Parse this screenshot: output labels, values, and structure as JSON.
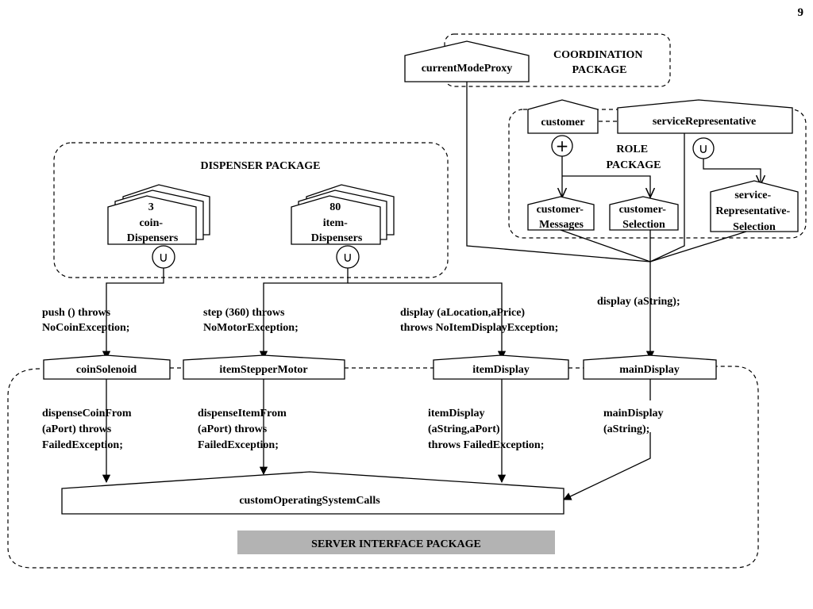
{
  "page_number": "9",
  "packages": {
    "coordination": [
      "COORDINATION",
      "PACKAGE"
    ],
    "role": [
      "ROLE",
      "PACKAGE"
    ],
    "dispenser": "DISPENSER PACKAGE",
    "server_interface": "SERVER INTERFACE PACKAGE"
  },
  "objects": {
    "current_mode_proxy": "currentModeProxy",
    "customer": "customer",
    "service_representative": "serviceRepresentative",
    "customer_messages": [
      "customer-",
      "Messages"
    ],
    "customer_selection": [
      "customer-",
      "Selection"
    ],
    "service_rep_selection": [
      "service-",
      "Representative-",
      "Selection"
    ],
    "coin_dispensers": [
      "3",
      "coin-",
      "Dispensers"
    ],
    "item_dispensers": [
      "80",
      "item-",
      "Dispensers"
    ],
    "coin_solenoid": "coinSolenoid",
    "item_stepper_motor": "itemStepperMotor",
    "item_display": "itemDisplay",
    "main_display": "mainDisplay",
    "custom_os_calls": "customOperatingSystemCalls"
  },
  "symbols": {
    "union": "∪",
    "plus": "+"
  },
  "messages": {
    "push": [
      "push () throws",
      "NoCoinException;"
    ],
    "step": [
      "step (360) throws",
      "NoMotorException;"
    ],
    "display_location": [
      "display (aLocation,aPrice)",
      "throws NoItemDisplayException;"
    ],
    "display_string": "display (aString);",
    "dispense_coin": [
      "dispenseCoinFrom",
      "(aPort) throws",
      "FailedException;"
    ],
    "dispense_item": [
      "dispenseItemFrom",
      "(aPort) throws",
      "FailedException;"
    ],
    "item_display_call": [
      "itemDisplay",
      "(aString,aPort)",
      "throws FailedException;"
    ],
    "main_display_call": [
      "mainDisplay",
      "(aString);"
    ]
  }
}
